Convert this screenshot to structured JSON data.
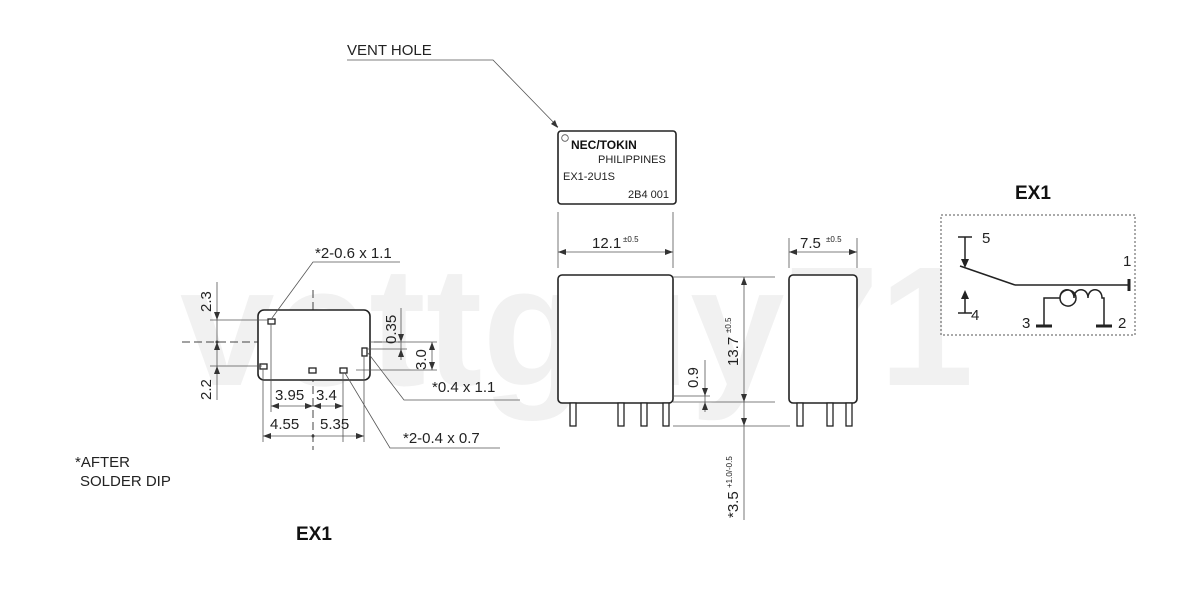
{
  "watermark": "vettguy71",
  "top_view": {
    "vent_label": "VENT HOLE",
    "logo_text": "NEC/TOKIN",
    "maker_line": "PHILIPPINES",
    "part_no": "EX1-2U1S",
    "lot_code": "2B4 001"
  },
  "side_views": {
    "width": "12.1",
    "width_tol": "±0.5",
    "depth": "7.5",
    "depth_tol": "±0.5",
    "height": "13.7",
    "height_tol": "±0.5",
    "standoff": "0.9",
    "pin_len": "*3.5",
    "pin_tol": "+1.0/-0.5"
  },
  "footprint": {
    "hole_a": "*2-0.6 x 1.1",
    "hole_b": "*0.4 x 1.1",
    "hole_c": "*2-0.4 x 0.7",
    "d_23": "2.3",
    "d_22": "2.2",
    "d_035": "0.35",
    "d_30": "3.0",
    "d_395": "3.95",
    "d_34": "3.4",
    "d_455": "4.55",
    "d_535": "5.35",
    "note_line1": "*AFTER",
    "note_line2": "SOLDER DIP",
    "title": "EX1"
  },
  "schematic": {
    "title": "EX1",
    "pins": [
      "1",
      "2",
      "3",
      "4",
      "5"
    ]
  }
}
